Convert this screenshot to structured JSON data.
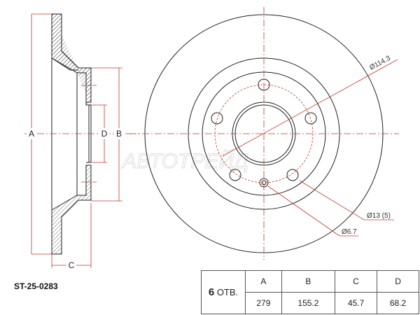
{
  "part_number": "ST-25-0283",
  "watermark": "АВТОТРЕЙД",
  "side_view": {
    "labels": {
      "a": "A",
      "b": "B",
      "c": "C",
      "d": "D"
    }
  },
  "front_view": {
    "pcd_label": "Ø114.3",
    "bolt_hole_label": "Ø13 (5)",
    "small_hole_label": "Ø6.7"
  },
  "spec_table": {
    "holes_count": "6",
    "holes_unit": "ОТВ.",
    "headers": [
      "A",
      "B",
      "C",
      "D"
    ],
    "values": [
      "279",
      "155.2",
      "45.7",
      "68.2"
    ]
  },
  "colors": {
    "dimension": "#c0392b",
    "outline": "#222222"
  }
}
